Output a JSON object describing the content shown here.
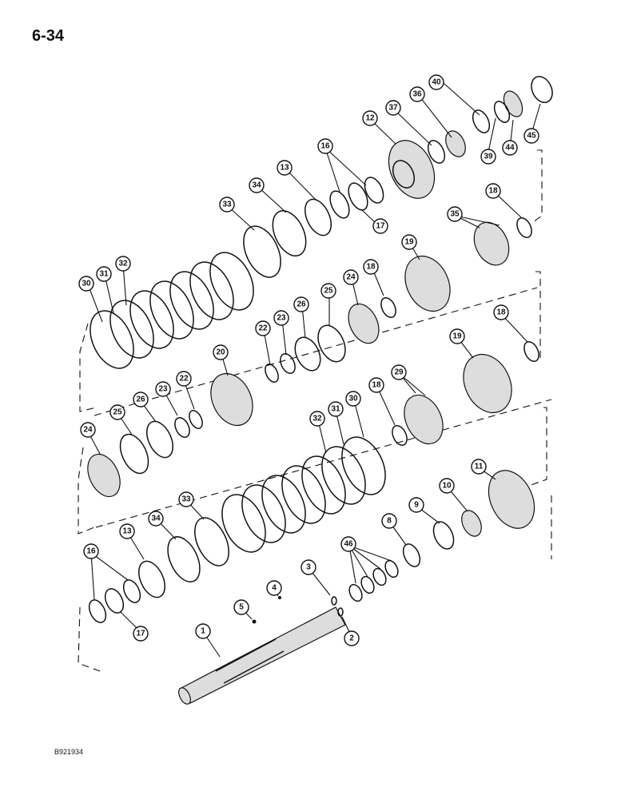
{
  "page": {
    "number": "6-34",
    "figure_code": "B921934"
  },
  "callouts": [
    {
      "id": "c40",
      "label": "40"
    },
    {
      "id": "c36",
      "label": "36"
    },
    {
      "id": "c37",
      "label": "37"
    },
    {
      "id": "c12",
      "label": "12"
    },
    {
      "id": "c39",
      "label": "39"
    },
    {
      "id": "c44",
      "label": "44"
    },
    {
      "id": "c45",
      "label": "45"
    },
    {
      "id": "c16a",
      "label": "16"
    },
    {
      "id": "c13a",
      "label": "13"
    },
    {
      "id": "c34a",
      "label": "34"
    },
    {
      "id": "c33a",
      "label": "33"
    },
    {
      "id": "c17a",
      "label": "17"
    },
    {
      "id": "c18a",
      "label": "18"
    },
    {
      "id": "c35",
      "label": "35"
    },
    {
      "id": "c30a",
      "label": "30"
    },
    {
      "id": "c31a",
      "label": "31"
    },
    {
      "id": "c32a",
      "label": "32"
    },
    {
      "id": "c19a",
      "label": "19"
    },
    {
      "id": "c18b",
      "label": "18"
    },
    {
      "id": "c24a",
      "label": "24"
    },
    {
      "id": "c25a",
      "label": "25"
    },
    {
      "id": "c26a",
      "label": "26"
    },
    {
      "id": "c23a",
      "label": "23"
    },
    {
      "id": "c22a",
      "label": "22"
    },
    {
      "id": "c20",
      "label": "20"
    },
    {
      "id": "c18c",
      "label": "18"
    },
    {
      "id": "c19b",
      "label": "19"
    },
    {
      "id": "c29",
      "label": "29"
    },
    {
      "id": "c18d",
      "label": "18"
    },
    {
      "id": "c30b",
      "label": "30"
    },
    {
      "id": "c31b",
      "label": "31"
    },
    {
      "id": "c32b",
      "label": "32"
    },
    {
      "id": "c25b",
      "label": "25"
    },
    {
      "id": "c26b",
      "label": "26"
    },
    {
      "id": "c23b",
      "label": "23"
    },
    {
      "id": "c22b",
      "label": "22"
    },
    {
      "id": "c24b",
      "label": "24"
    },
    {
      "id": "c11",
      "label": "11"
    },
    {
      "id": "c10",
      "label": "10"
    },
    {
      "id": "c9",
      "label": "9"
    },
    {
      "id": "c8",
      "label": "8"
    },
    {
      "id": "c46",
      "label": "46"
    },
    {
      "id": "c33b",
      "label": "33"
    },
    {
      "id": "c34b",
      "label": "34"
    },
    {
      "id": "c13b",
      "label": "13"
    },
    {
      "id": "c16b",
      "label": "16"
    },
    {
      "id": "c17b",
      "label": "17"
    },
    {
      "id": "c3",
      "label": "3"
    },
    {
      "id": "c4",
      "label": "4"
    },
    {
      "id": "c5",
      "label": "5"
    },
    {
      "id": "c2",
      "label": "2"
    },
    {
      "id": "c1",
      "label": "1"
    }
  ]
}
